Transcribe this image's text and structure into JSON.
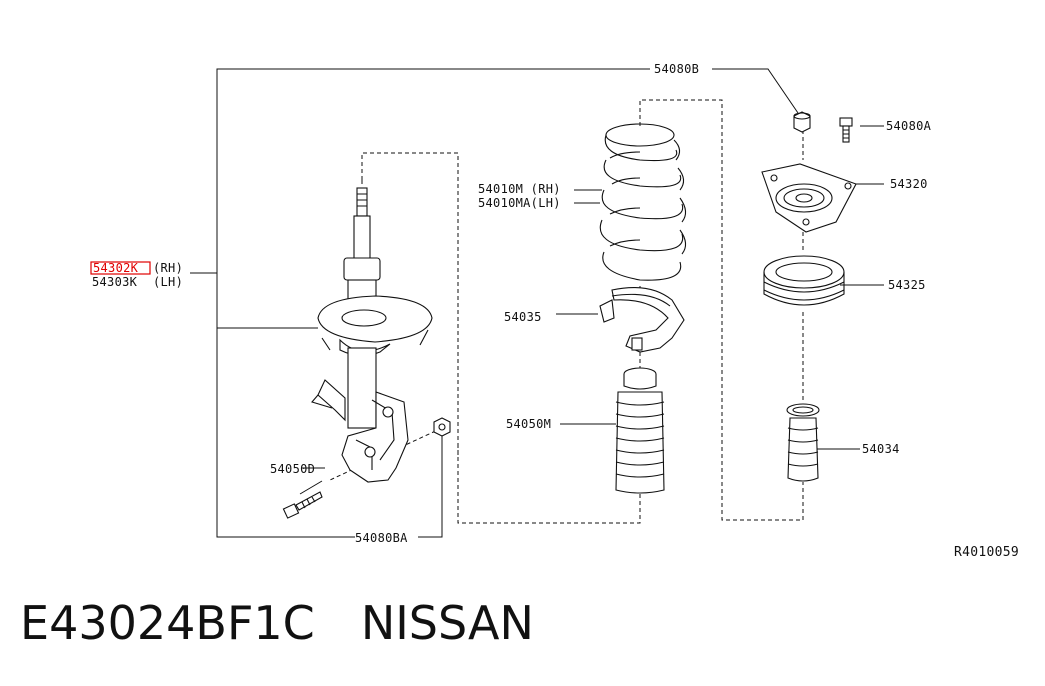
{
  "diagram": {
    "labels": {
      "strut_rh": "54302K",
      "strut_rh_side": "(RH)",
      "strut_lh": "54303K",
      "strut_lh_side": "(LH)",
      "nut_top": "54080B",
      "bolt_top": "54080A",
      "mount": "54320",
      "spring_rh": "54010M  (RH)",
      "spring_lh": "54010MA(LH)",
      "bearing": "54325",
      "seat": "54035",
      "boot": "54050M",
      "bumper": "54034",
      "bolt_lower": "54050D",
      "nut_lower": "54080BA",
      "ref_code": "R4010059"
    },
    "highlight_color": "#e00000"
  },
  "footer": {
    "part_number": "E43024BF1C",
    "brand": "NISSAN"
  }
}
